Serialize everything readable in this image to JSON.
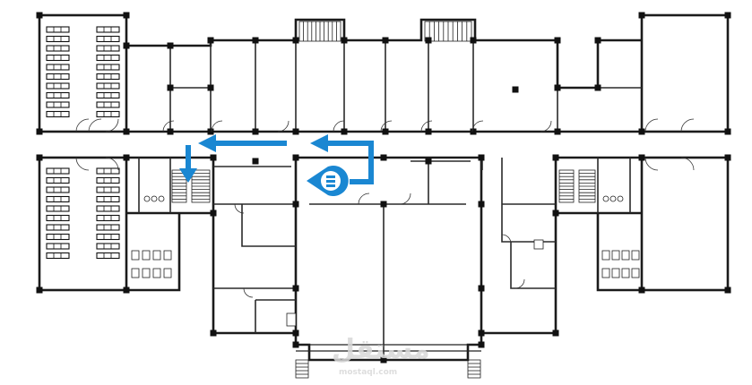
{
  "map": {
    "type": "floor-plan",
    "route_color": "#1a87d2",
    "wall_color": "#1b1b1b",
    "background": "#ffffff",
    "location_badge": {
      "icon": "location-pin-icon",
      "text": ""
    },
    "watermark": {
      "text": "مستقل",
      "subtext": "mostaql.com"
    }
  }
}
